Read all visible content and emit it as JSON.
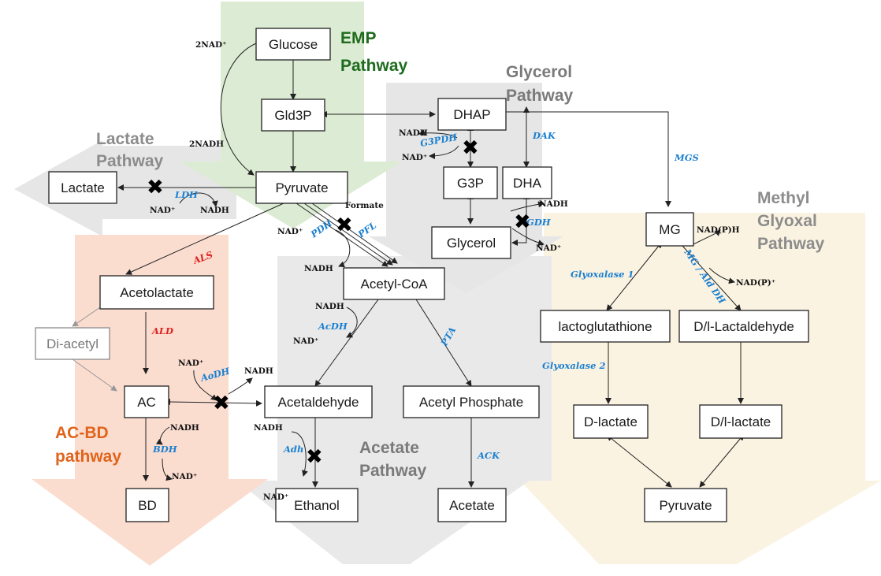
{
  "pathways": {
    "emp": {
      "line1": "EMP",
      "line2": "Pathway",
      "color": "#1e6b1e"
    },
    "glycerol": {
      "line1": "Glycerol",
      "line2": "Pathway",
      "color": "#7a7a7a"
    },
    "lactate": {
      "line1": "Lactate",
      "line2": "Pathway",
      "color": "#8c8c8c"
    },
    "methyl": {
      "line1": "Methyl",
      "line2": "Glyoxal",
      "line3": "Pathway",
      "color": "#8c8c8c"
    },
    "acbd": {
      "line1": "AC-BD",
      "line2": "pathway",
      "color": "#e0641c"
    },
    "acetate": {
      "line1": "Acetate",
      "line2": "Pathway",
      "color": "#7a7a7a"
    }
  },
  "nodes": {
    "glucose": "Glucose",
    "gld3p": "Gld3P",
    "pyruvate": "Pyruvate",
    "lactate": "Lactate",
    "dhap": "DHAP",
    "g3p": "G3P",
    "dha": "DHA",
    "glycerol": "Glycerol",
    "acetolactate": "Acetolactate",
    "diacetyl": "Di-acetyl",
    "ac": "AC",
    "bd": "BD",
    "acetylcoa": "Acetyl-CoA",
    "acetaldehyde": "Acetaldehyde",
    "ethanol": "Ethanol",
    "acetylphosphate": "Acetyl Phosphate",
    "acetate": "Acetate",
    "mg": "MG",
    "lactoglutathione": "lactoglutathione",
    "dl_lactaldehyde": "D/l-Lactaldehyde",
    "d_lactate": "D-lactate",
    "dl_lactate": "D/l-lactate",
    "pyruvate2": "Pyruvate"
  },
  "enzymes": {
    "ldh": "LDH",
    "pdh": "PDH",
    "pfl": "PFL",
    "g3pdh": "G3PDH",
    "dak": "DAK",
    "gdh": "GDH",
    "mgs": "MGS",
    "als": "ALS",
    "ald": "ALD",
    "aodh": "AoDH",
    "bdh": "BDH",
    "acdh": "AcDH",
    "adh": "Adh",
    "pta": "PTA",
    "ack": "ACK",
    "glyoxalase1": "Glyoxalase 1",
    "glyoxalase2": "Glyoxalase 2",
    "mg_ald_dh": "MG / Ald DH"
  },
  "cofactors": {
    "nad_2": "2NAD⁺",
    "nadh_2": "2NADH",
    "nad": "NAD⁺",
    "nadh": "NADH",
    "formate": "Formate",
    "nadph": "NAD(P)H",
    "nadp": "NAD(P)⁺"
  },
  "block_mark": "✖",
  "colors": {
    "green_band": "#dcebd3",
    "gray_band": "#e9e9e9",
    "orange_band": "#fbddd0",
    "yellow_band": "#fbf3e2",
    "enzyme_blue": "#1a7fd0",
    "enzyme_red": "#e0201c"
  }
}
